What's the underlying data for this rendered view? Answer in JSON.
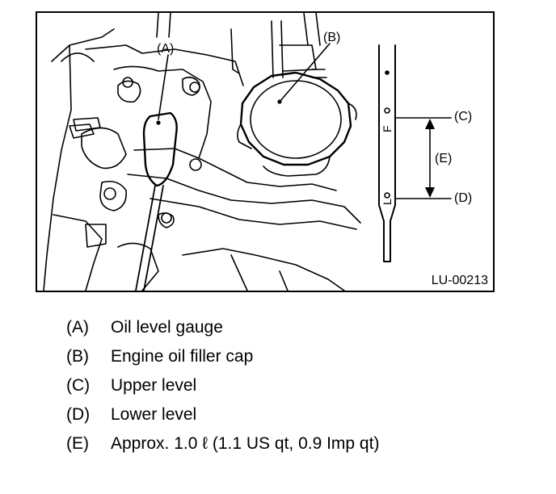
{
  "figure": {
    "callouts": {
      "a": "(A)",
      "b": "(B)",
      "c": "(C)",
      "d": "(D)",
      "e": "(E)"
    },
    "dipstick_marks": {
      "upper": "F",
      "lower": "L"
    },
    "figure_id": "LU-00213"
  },
  "legend": [
    {
      "key": "(A)",
      "text": "Oil level gauge"
    },
    {
      "key": "(B)",
      "text": "Engine oil filler cap"
    },
    {
      "key": "(C)",
      "text": "Upper level"
    },
    {
      "key": "(D)",
      "text": "Lower level"
    },
    {
      "key": "(E)",
      "text": "Approx. 1.0 ℓ (1.1 US qt, 0.9 Imp qt)"
    }
  ]
}
